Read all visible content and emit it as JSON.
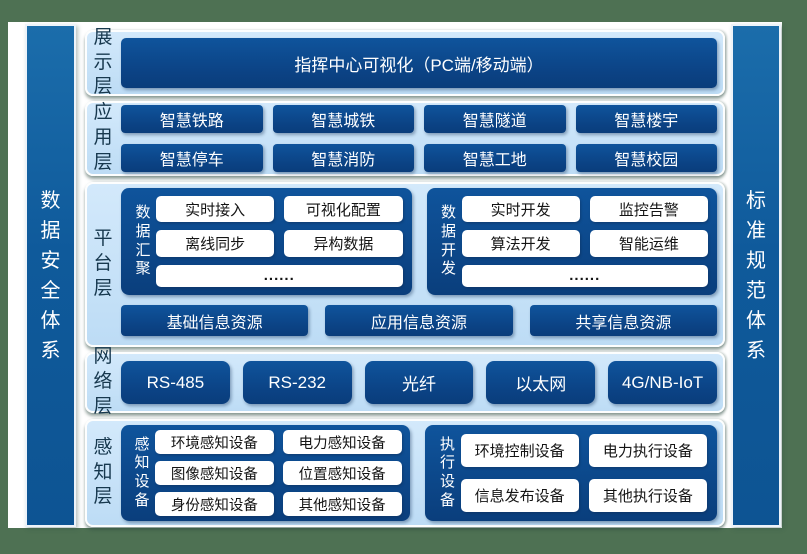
{
  "sidebars": {
    "left": "数据安全体系",
    "right": "标准规范体系"
  },
  "display_layer": {
    "label": "展示层",
    "title": "指挥中心可视化（PC端/移动端）"
  },
  "application_layer": {
    "label": "应用层",
    "items": [
      "智慧铁路",
      "智慧城铁",
      "智慧隧道",
      "智慧楼宇",
      "智慧停车",
      "智慧消防",
      "智慧工地",
      "智慧校园"
    ]
  },
  "platform_layer": {
    "label": "平台层",
    "data_aggregation": {
      "title": "数据汇聚",
      "items": [
        "实时接入",
        "可视化配置",
        "离线同步",
        "异构数据"
      ],
      "more": "......"
    },
    "data_development": {
      "title": "数据开发",
      "items": [
        "实时开发",
        "监控告警",
        "算法开发",
        "智能运维"
      ],
      "more": "......"
    },
    "resources": [
      "基础信息资源",
      "应用信息资源",
      "共享信息资源"
    ]
  },
  "network_layer": {
    "label": "网络层",
    "items": [
      "RS-485",
      "RS-232",
      "光纤",
      "以太网",
      "4G/NB-IoT"
    ]
  },
  "perception_layer": {
    "label": "感知层",
    "sensing": {
      "title": "感知设备",
      "items": [
        "环境感知设备",
        "电力感知设备",
        "图像感知设备",
        "位置感知设备",
        "身份感知设备",
        "其他感知设备"
      ]
    },
    "execution": {
      "title": "执行设备",
      "items": [
        "环境控制设备",
        "电力执行设备",
        "信息发布设备",
        "其他执行设备"
      ]
    }
  },
  "colors": {
    "frame_green": "#4e7153",
    "canvas_white": "#ffffff",
    "panel_light_blue": "#c6e1f8",
    "box_dark_blue": "#0b4890",
    "sidebar_blue": "#11609f",
    "label_navy": "#17384e"
  }
}
